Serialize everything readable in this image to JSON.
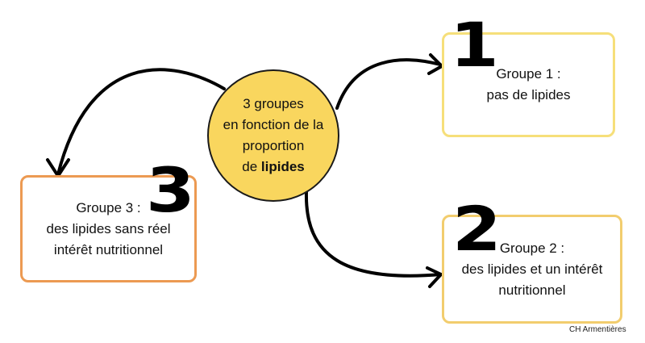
{
  "center": {
    "line1": "3 groupes",
    "line2": "en fonction de la",
    "line3": "proportion",
    "line4_prefix": "de ",
    "line4_bold": "lipides"
  },
  "groups": [
    {
      "number": "1",
      "title": "Groupe 1 :",
      "line1": "pas de lipides",
      "border_color": "#f6df7a"
    },
    {
      "number": "2",
      "title": "Groupe 2 :",
      "line1": "des lipides et un intérêt",
      "line2": "nutritionnel",
      "border_color": "#f2cd6e"
    },
    {
      "number": "3",
      "title": "Groupe 3 :",
      "line1": "des lipides sans réel",
      "line2": "intérêt nutritionnel",
      "border_color": "#ec9a52"
    }
  ],
  "center_color": "#f9d65e",
  "credit": "CH Armentières"
}
